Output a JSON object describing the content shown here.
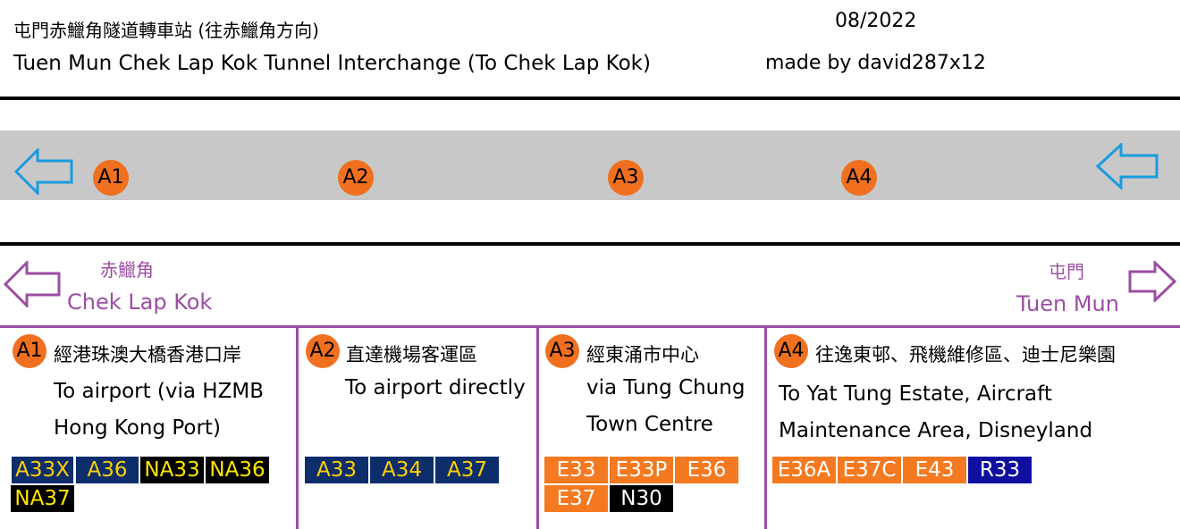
{
  "header": {
    "title_zh": "屯門赤鱲角隧道轉車站 (往赤鱲角方向)",
    "title_en": "Tuen Mun Chek Lap Kok Tunnel Interchange (To Chek Lap Kok)",
    "date": "08/2022",
    "author": "made by david287x12"
  },
  "road": {
    "bays": [
      "A1",
      "A2",
      "A3",
      "A4"
    ],
    "arrow_color": "#1a9be0"
  },
  "directions": {
    "left_zh": "赤鱲角",
    "left_en": "Chek Lap Kok",
    "right_zh": "屯門",
    "right_en": "Tuen Mun",
    "color": "#9b4ea3"
  },
  "bays": [
    {
      "id": "A1",
      "name_zh": "經港珠澳大橋香港口岸",
      "desc_en": [
        "To airport (via HZMB",
        "Hong Kong Port)"
      ],
      "routes": [
        "A33X",
        "A36",
        "NA33",
        "NA36",
        "NA37"
      ]
    },
    {
      "id": "A2",
      "name_zh": "直達機場客運區",
      "desc_en": [
        "To airport directly"
      ],
      "routes": [
        "A33",
        "A34",
        "A37"
      ]
    },
    {
      "id": "A3",
      "name_zh": "經東涌市中心",
      "desc_en": [
        "via Tung Chung",
        "Town Centre"
      ],
      "routes": [
        "E33",
        "E33P",
        "E36",
        "E37",
        "N30"
      ]
    },
    {
      "id": "A4",
      "name_zh": "往逸東邨、飛機維修區、迪士尼樂園",
      "desc_en": [
        "To Yat Tung Estate, Aircraft",
        "Maintenance Area, Disneyland"
      ],
      "routes": [
        "E36A",
        "E37C",
        "E43",
        "R33"
      ]
    }
  ],
  "colors": {
    "bay_circle": "#f07020",
    "citybus_airport": "#0d2d6b",
    "night_airport": "#000000",
    "long_win": "#f47920",
    "night": "#000000",
    "r_route": "#1010a0"
  }
}
